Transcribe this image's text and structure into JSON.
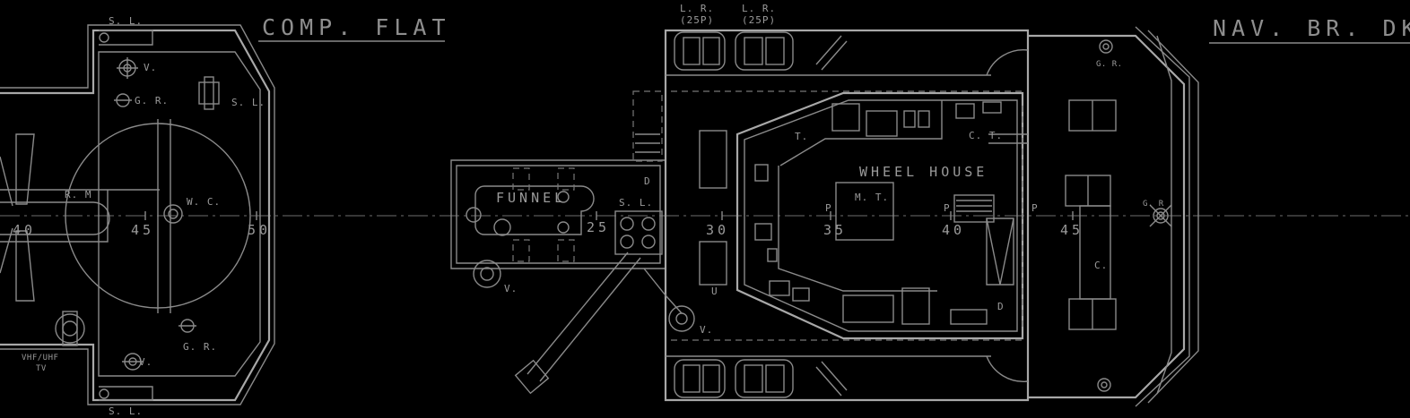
{
  "diagram": {
    "background": "#000000",
    "line_color": "#8a8a8a",
    "left_section": {
      "title": "COMP. FLAT",
      "labels": {
        "sl_top": "S. L.",
        "sl_bottom": "S. L.",
        "sl_right": "S. L.",
        "v_top": "V.",
        "v_bottom": "V.",
        "gr_top": "G. R.",
        "gr_bottom": "G. R.",
        "rm": "R. M",
        "wc": "W. C.",
        "vhf": "VHF/UHF",
        "tv": "TV"
      },
      "frames": [
        "40",
        "45",
        "50"
      ]
    },
    "center_section": {
      "labels": {
        "lr1_line1": "L. R.",
        "lr1_line2": "(25P)",
        "lr2_line1": "L. R.",
        "lr2_line2": "(25P)",
        "funnel": "FUNNEL",
        "sl": "S. L.",
        "v_left": "V.",
        "v_center": "V.",
        "d_top": "D",
        "u": "U"
      },
      "frames": [
        "25",
        "30"
      ]
    },
    "wheel_house": {
      "title": "WHEEL HOUSE",
      "labels": {
        "t": "T.",
        "ct": "C. T.",
        "mt": "M. T.",
        "p1": "P",
        "p2": "P",
        "p3": "P",
        "d": "D"
      },
      "frames": [
        "35",
        "40"
      ]
    },
    "nav_section": {
      "title": "NAV. BR. DK.",
      "labels": {
        "gr_top": "G. R.",
        "gr_center": "G. R",
        "c": "C."
      },
      "frames": [
        "45"
      ]
    }
  }
}
